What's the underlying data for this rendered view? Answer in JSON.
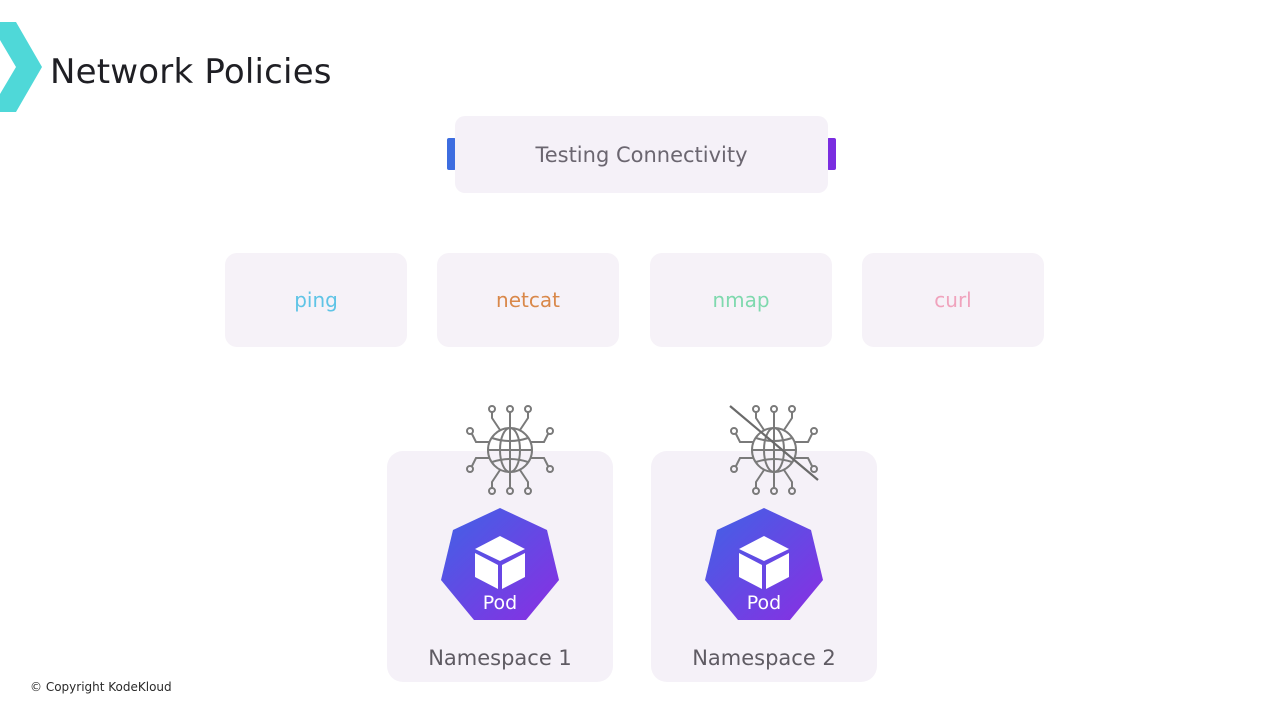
{
  "slide": {
    "title": "Network Policies"
  },
  "header": {
    "label": "Testing Connectivity"
  },
  "tools": [
    {
      "label": "ping",
      "color": "#5fc4e6"
    },
    {
      "label": "netcat",
      "color": "#d9884a"
    },
    {
      "label": "nmap",
      "color": "#7fd9ae"
    },
    {
      "label": "curl",
      "color": "#f0a3bd"
    }
  ],
  "namespaces": [
    {
      "label": "Namespace 1",
      "pod_label": "Pod",
      "network_icon": "globe-network-icon"
    },
    {
      "label": "Namespace 2",
      "pod_label": "Pod",
      "network_icon": "globe-network-blocked-icon"
    }
  ],
  "footer": {
    "copyright": "© Copyright KodeKloud"
  },
  "colors": {
    "pod_gradient_start": "#3f63e6",
    "pod_gradient_end": "#8a2ee2",
    "logo": "#4fd8d8"
  }
}
